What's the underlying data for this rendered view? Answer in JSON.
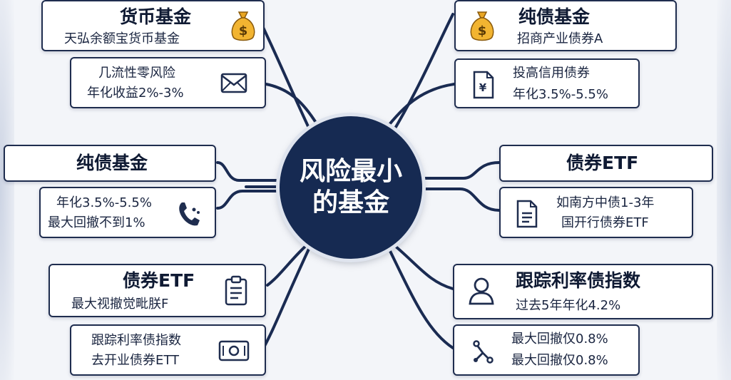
{
  "hub": {
    "line1": "风险最小",
    "line2": "的基金"
  },
  "colors": {
    "navy": "#162a52",
    "border": "#1f2d4f",
    "gold": "#e9a623",
    "background": "#f3f5f9"
  },
  "nodes": {
    "tl_title": {
      "title": "货币基金",
      "sub": "天弘余额宝货币基金",
      "icon": "money-bag-icon"
    },
    "tl_detail": {
      "line1": "几流性零风险",
      "line2": "年化收益2%-3%",
      "icon": "envelope-icon"
    },
    "ml_title": {
      "title": "纯债基金"
    },
    "ml_detail": {
      "line1": "年化3.5%-5.5%",
      "line2": "最大回撤不到1%",
      "icon": "phone-icon"
    },
    "bl_title": {
      "title": "债券ETF",
      "sub": "最大视撤觉毗朕F",
      "icon": "clipboard-icon"
    },
    "bl_detail": {
      "line1": "跟踪利率债指数",
      "line2": "去开业债券ETT",
      "icon": "card-icon"
    },
    "tr_title": {
      "title": "纯债基金",
      "sub": "招商产业债券A",
      "icon": "money-bag-icon"
    },
    "tr_detail": {
      "line1": "投高信用债券",
      "line2": "年化3.5%-5.5%",
      "icon": "yen-document-icon"
    },
    "mr_title": {
      "title": "债券ETF"
    },
    "mr_detail": {
      "line1": "如南方中债1-3年",
      "line2": "国开行债券ETF",
      "icon": "document-icon"
    },
    "br_title": {
      "title": "跟踪利率债指数",
      "sub": "过去5年年化4.2%",
      "icon": "user-icon"
    },
    "br_detail": {
      "line1": "最大回撤仅0.8%",
      "line2": "最大回撤仅0.8%",
      "icon": "link-nodes-icon"
    }
  }
}
